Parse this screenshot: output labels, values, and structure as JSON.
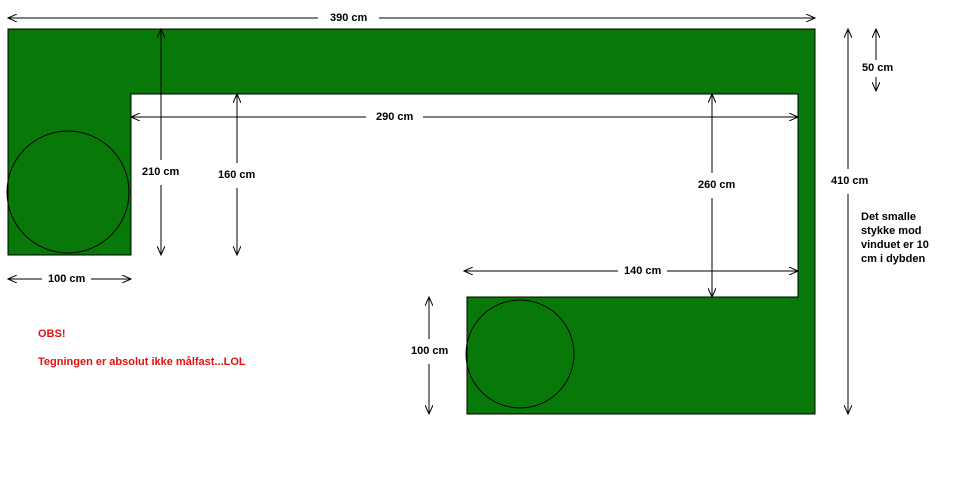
{
  "colors": {
    "fill": "#087808",
    "outline": "#000000",
    "annotation": "#e01010",
    "background": "#ffffff"
  },
  "dimensions": {
    "top_width": "390 cm",
    "top_depth": "50 cm",
    "inner_width": "290 cm",
    "left_height": "210 cm",
    "left_inner_height": "160 cm",
    "right_inner_height": "260 cm",
    "right_total_height": "410 cm",
    "left_width": "100 cm",
    "bottom_inner_width": "140 cm",
    "bottom_depth": "100 cm"
  },
  "note": "Det smalle stykke mod vinduet er 10 cm i dybden",
  "annotation": {
    "title": "OBS!",
    "text": "Tegningen er absolut ikke målfast...LOL"
  }
}
